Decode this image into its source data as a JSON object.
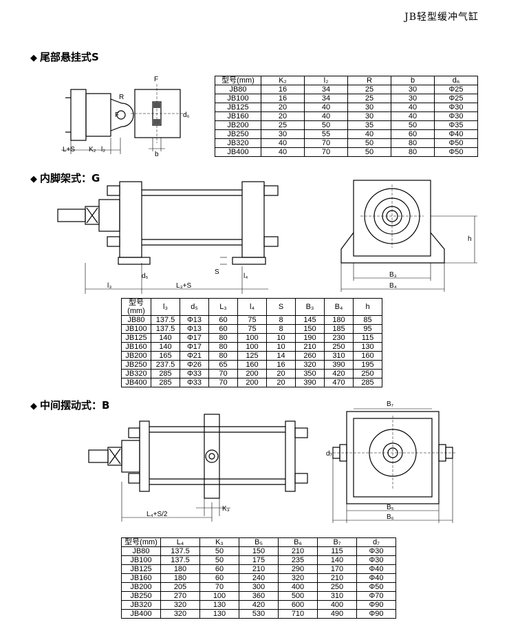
{
  "page_header": "JB轻型缓冲气缸",
  "sections": {
    "s": {
      "marker": "◆",
      "title": "尾部悬挂式S",
      "labels": {
        "R": "R",
        "F1": "F",
        "F2": "F",
        "d6": "d₆",
        "b": "b",
        "l2": "l₂",
        "K2": "K₂",
        "L_S": "L+S"
      },
      "table": {
        "headers": [
          "型号(mm)",
          "K₂",
          "l₂",
          "R",
          "b",
          "d₆"
        ],
        "rows": [
          [
            "JB80",
            "16",
            "34",
            "25",
            "30",
            "Φ25"
          ],
          [
            "JB100",
            "16",
            "34",
            "25",
            "30",
            "Φ25"
          ],
          [
            "JB125",
            "20",
            "40",
            "30",
            "40",
            "Φ30"
          ],
          [
            "JB160",
            "20",
            "40",
            "30",
            "40",
            "Φ30"
          ],
          [
            "JB200",
            "25",
            "50",
            "35",
            "50",
            "Φ35"
          ],
          [
            "JB250",
            "30",
            "55",
            "40",
            "60",
            "Φ40"
          ],
          [
            "JB320",
            "40",
            "70",
            "50",
            "80",
            "Φ50"
          ],
          [
            "JB400",
            "40",
            "70",
            "50",
            "80",
            "Φ50"
          ]
        ]
      }
    },
    "g": {
      "marker": "◆",
      "title": "内脚架式：G",
      "labels": {
        "d5": "d₅",
        "S": "S",
        "l4": "l₄",
        "l3": "l₃",
        "L3S": "L₃+S",
        "B3": "B₃",
        "B4": "B₄",
        "h": "h"
      },
      "table": {
        "headers": [
          "型号(mm)",
          "l₃",
          "d₅",
          "L₃",
          "l₄",
          "S",
          "B₃",
          "B₄",
          "h"
        ],
        "rows": [
          [
            "JB80",
            "137.5",
            "Φ13",
            "60",
            "75",
            "8",
            "145",
            "180",
            "85"
          ],
          [
            "JB100",
            "137.5",
            "Φ13",
            "60",
            "75",
            "8",
            "150",
            "185",
            "95"
          ],
          [
            "JB125",
            "140",
            "Φ17",
            "80",
            "100",
            "10",
            "190",
            "230",
            "115"
          ],
          [
            "JB160",
            "140",
            "Φ17",
            "80",
            "100",
            "10",
            "210",
            "250",
            "130"
          ],
          [
            "JB200",
            "165",
            "Φ21",
            "80",
            "125",
            "14",
            "260",
            "310",
            "160"
          ],
          [
            "JB250",
            "237.5",
            "Φ26",
            "65",
            "160",
            "16",
            "320",
            "390",
            "195"
          ],
          [
            "JB320",
            "285",
            "Φ33",
            "70",
            "200",
            "20",
            "350",
            "420",
            "250"
          ],
          [
            "JB400",
            "285",
            "Φ33",
            "70",
            "200",
            "20",
            "390",
            "470",
            "285"
          ]
        ]
      }
    },
    "b": {
      "marker": "◆",
      "title": "中间摆动式：B",
      "labels": {
        "K3": "K₃",
        "L4S2": "L₄+S/2",
        "B7": "B₇",
        "B5": "B₅",
        "B6": "B₆",
        "d7": "d₇"
      },
      "table": {
        "headers": [
          "型号(mm)",
          "L₄",
          "K₃",
          "B₅",
          "B₆",
          "B₇",
          "d₇"
        ],
        "rows": [
          [
            "JB80",
            "137.5",
            "50",
            "150",
            "210",
            "115",
            "Φ30"
          ],
          [
            "JB100",
            "137.5",
            "50",
            "175",
            "235",
            "140",
            "Φ30"
          ],
          [
            "JB125",
            "180",
            "60",
            "210",
            "290",
            "170",
            "Φ40"
          ],
          [
            "JB160",
            "180",
            "60",
            "240",
            "320",
            "210",
            "Φ40"
          ],
          [
            "JB200",
            "205",
            "70",
            "300",
            "400",
            "250",
            "Φ50"
          ],
          [
            "JB250",
            "270",
            "100",
            "360",
            "500",
            "310",
            "Φ70"
          ],
          [
            "JB320",
            "320",
            "130",
            "420",
            "600",
            "400",
            "Φ90"
          ],
          [
            "JB400",
            "320",
            "130",
            "530",
            "710",
            "490",
            "Φ90"
          ]
        ]
      }
    }
  }
}
